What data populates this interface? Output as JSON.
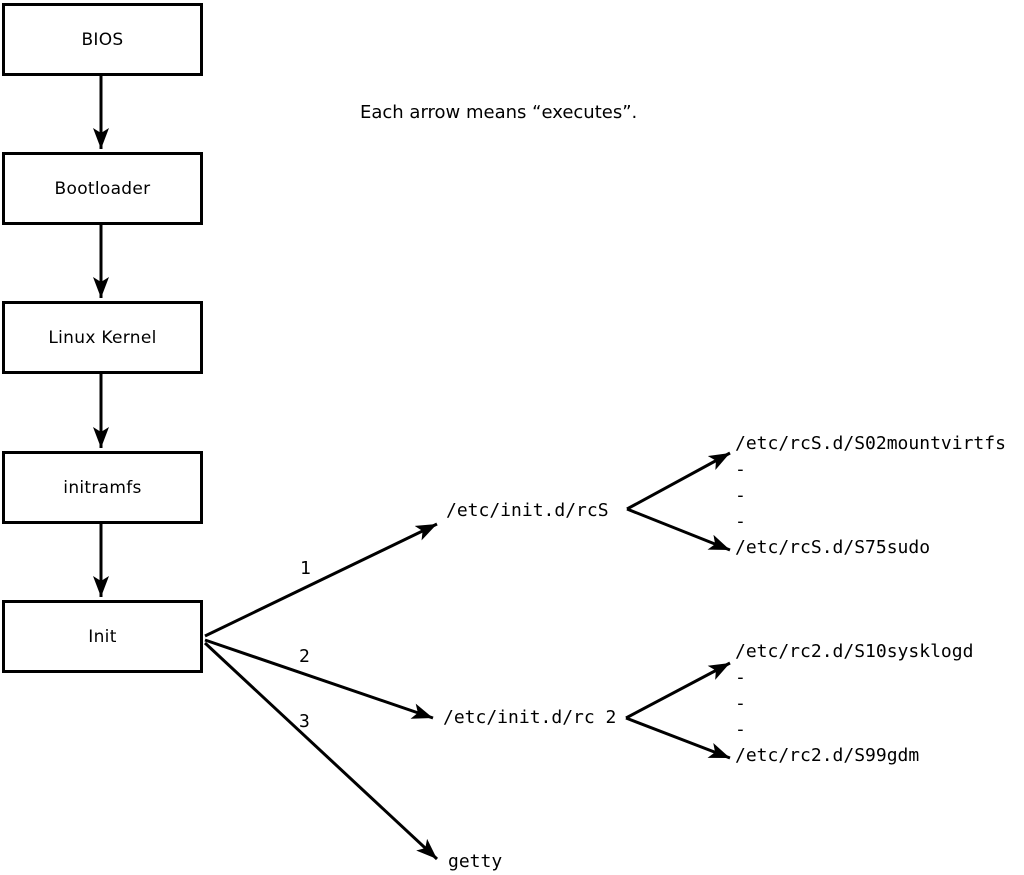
{
  "note": "Each arrow means “executes”.",
  "boot_chain": [
    {
      "label": "BIOS"
    },
    {
      "label": "Bootloader"
    },
    {
      "label": "Linux Kernel"
    },
    {
      "label": "initramfs"
    },
    {
      "label": "Init"
    }
  ],
  "init_targets": [
    {
      "order": "1",
      "label": "/etc/init.d/rcS",
      "children": [
        "/etc/rcS.d/S02mountvirtfs",
        "-",
        "-",
        "-",
        "/etc/rcS.d/S75sudo"
      ]
    },
    {
      "order": "2",
      "label": "/etc/init.d/rc 2",
      "children": [
        "/etc/rc2.d/S10sysklogd",
        "-",
        "-",
        "-",
        "/etc/rc2.d/S99gdm"
      ]
    },
    {
      "order": "3",
      "label": "getty",
      "children": []
    }
  ],
  "colors": {
    "stroke": "#000000",
    "background": "#ffffff"
  }
}
